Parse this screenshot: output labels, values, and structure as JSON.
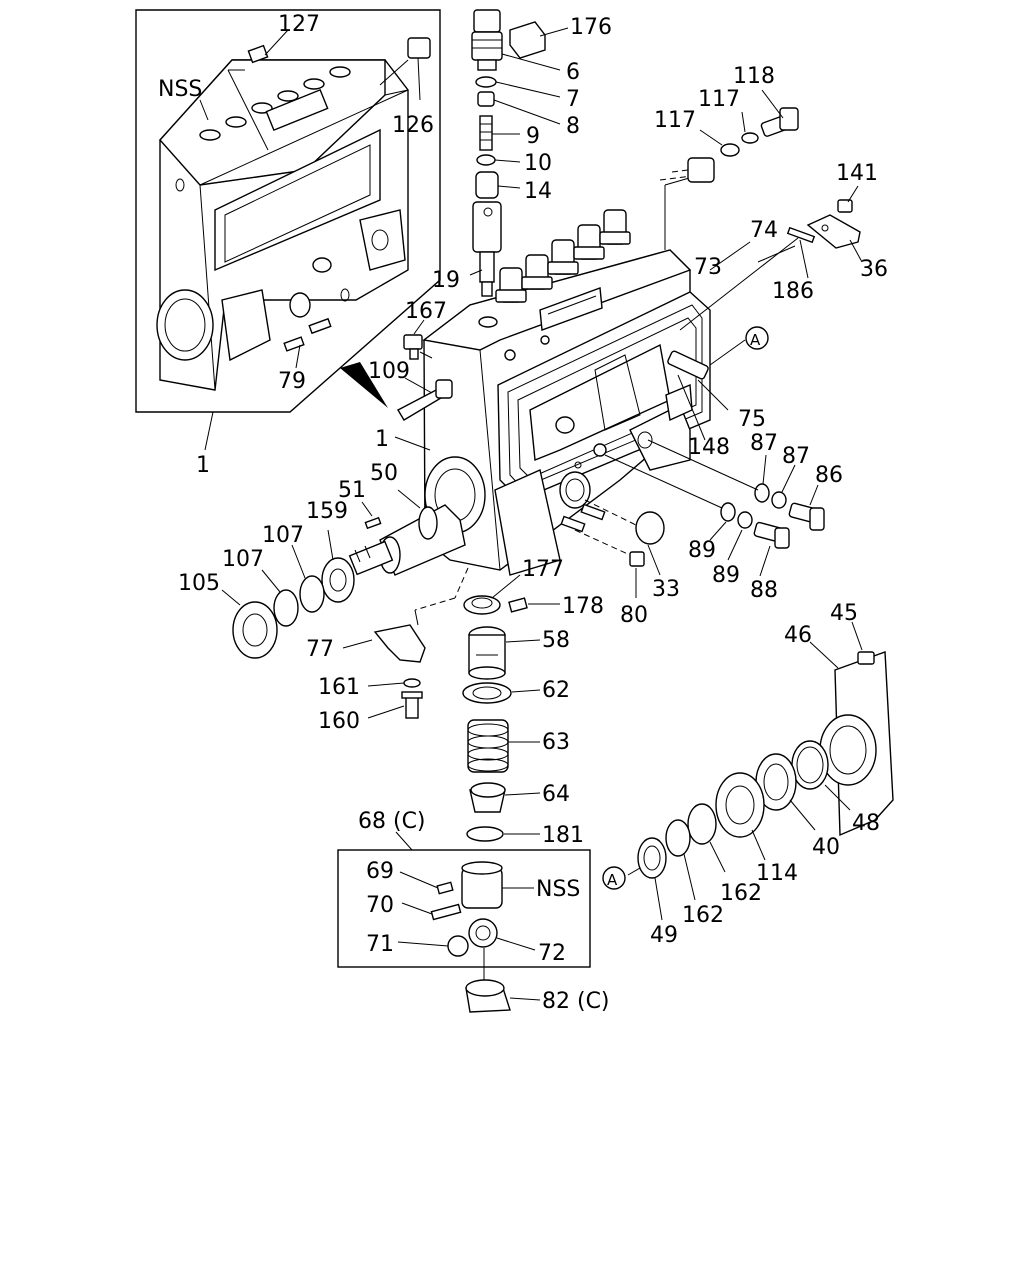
{
  "labels": {
    "l127": "127",
    "lNSS_top": "NSS",
    "l126": "126",
    "l79": "79",
    "l1_inset": "1",
    "l176": "176",
    "l6": "6",
    "l7": "7",
    "l8": "8",
    "l9": "9",
    "l10": "10",
    "l14": "14",
    "l19": "19",
    "l118": "118",
    "l117a": "117",
    "l117b": "117",
    "l141": "141",
    "l74": "74",
    "l73": "73",
    "l186": "186",
    "l36": "36",
    "l167": "167",
    "l109": "109",
    "l1_main": "1",
    "l75": "75",
    "l148": "148",
    "l87a": "87",
    "l87b": "87",
    "l86": "86",
    "l51": "51",
    "l50": "50",
    "l107a": "107",
    "l159": "159",
    "l107b": "107",
    "l105": "105",
    "l89a": "89",
    "l89b": "89",
    "l88": "88",
    "l33": "33",
    "l80": "80",
    "l177": "177",
    "l178": "178",
    "l77": "77",
    "l58": "58",
    "l62": "62",
    "l161": "161",
    "l160": "160",
    "l63": "63",
    "l64": "64",
    "l181": "181",
    "l45": "45",
    "l46": "46",
    "l48": "48",
    "l40": "40",
    "l114": "114",
    "l162a": "162",
    "l162b": "162",
    "l49": "49",
    "l68": "68 (C)",
    "l69": "69",
    "lNSS_box": "NSS",
    "l70": "70",
    "l71": "71",
    "l72": "72",
    "l82": "82 (C)"
  },
  "callouts": {
    "ref_a_right": "A",
    "ref_a_left": "A"
  }
}
